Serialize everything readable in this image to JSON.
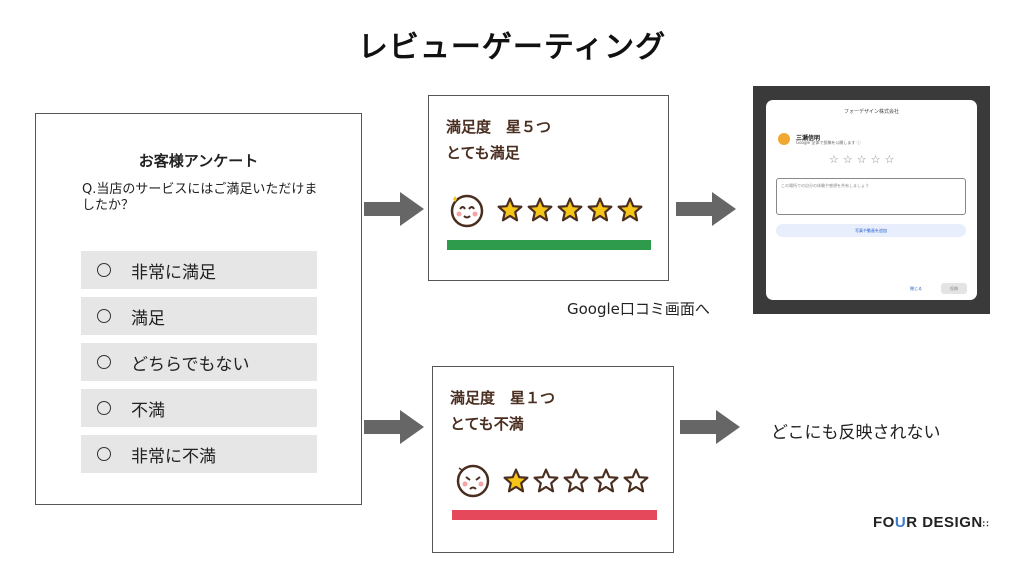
{
  "title": "レビューゲーティング",
  "survey": {
    "title": "お客様アンケート",
    "question": "Q.当店のサービスにはご満足いただけましたか？",
    "options": [
      "非常に満足",
      "満足",
      "どちらでもない",
      "不満",
      "非常に不満"
    ]
  },
  "card_high": {
    "line1": "満足度　星５つ",
    "line2": "とても満足",
    "rating": 5,
    "bar_color": "#2e9a4c"
  },
  "card_low": {
    "line1": "満足度　星１つ",
    "line2": "とても不満",
    "rating": 1,
    "bar_color": "#e4485a"
  },
  "google_dialog": {
    "header": "フォーデザイン株式会社",
    "user": "三瀬信明",
    "subtitle": "Google 全体で投稿を公開します ⓘ",
    "stars": "☆☆☆☆☆",
    "placeholder": "この場所での自分の体験や感想を共有しましょう",
    "photo_button": "写真や動画を追加",
    "cancel": "閉じる",
    "post": "投稿"
  },
  "caption_google": "Google口コミ画面へ",
  "caption_none": "どこにも反映されない",
  "logo": "FOUR DESIGN"
}
